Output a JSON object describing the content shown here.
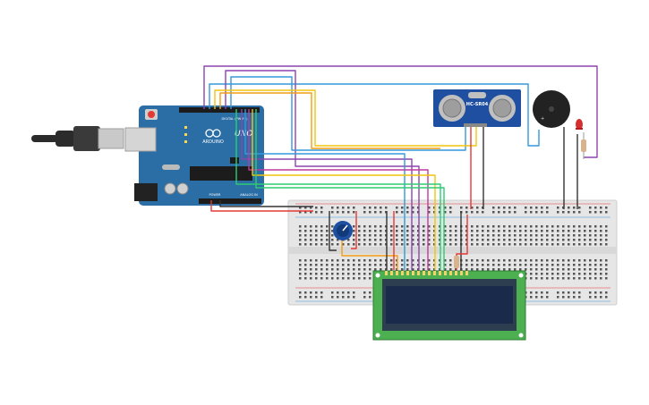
{
  "canvas": {
    "background": "#ffffff"
  },
  "arduino": {
    "brand": "ARDUINO",
    "model": "UNO",
    "header_digital": "DIGITAL (PWM~)",
    "header_power": "POWER",
    "header_analog": "ANALOG IN",
    "board_color": "#2b6ea6"
  },
  "sensor": {
    "label": "HC-SR04",
    "color": "#1f4fa0"
  },
  "lcd": {
    "board_color": "#4caf50",
    "screen_color": "#1a2a4a"
  },
  "buzzer": {
    "color": "#222222"
  },
  "led": {
    "color": "#d32f2f"
  },
  "potentiometer": {
    "color": "#1f4fa0"
  },
  "wire_colors": {
    "purple": "#8e44ad",
    "blue": "#3498db",
    "yellow": "#f1c40f",
    "orange": "#f39c12",
    "green": "#2ecc71",
    "red": "#e53935",
    "black": "#333333",
    "magenta": "#c0399f"
  }
}
